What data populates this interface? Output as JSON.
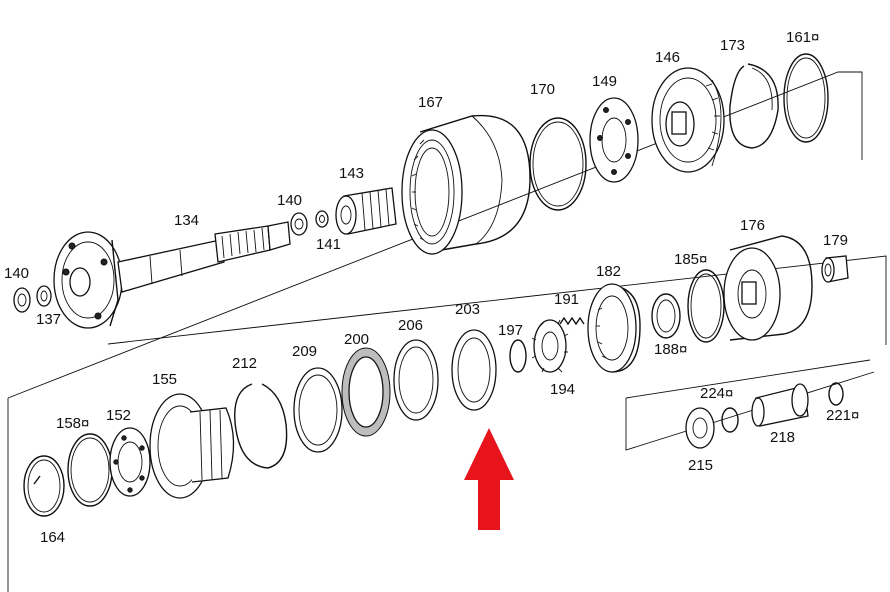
{
  "accent": "#e8141c",
  "parts": [
    {
      "id": "p140a",
      "label": "140"
    },
    {
      "id": "p137",
      "label": "137"
    },
    {
      "id": "p134",
      "label": "134"
    },
    {
      "id": "p140b",
      "label": "140"
    },
    {
      "id": "p141",
      "label": "141"
    },
    {
      "id": "p143",
      "label": "143"
    },
    {
      "id": "p167",
      "label": "167"
    },
    {
      "id": "p170",
      "label": "170"
    },
    {
      "id": "p149",
      "label": "149"
    },
    {
      "id": "p146",
      "label": "146"
    },
    {
      "id": "p173",
      "label": "173"
    },
    {
      "id": "p161",
      "label": "161¤"
    },
    {
      "id": "p182",
      "label": "182"
    },
    {
      "id": "p185",
      "label": "185¤"
    },
    {
      "id": "p176",
      "label": "176"
    },
    {
      "id": "p179",
      "label": "179"
    },
    {
      "id": "p188",
      "label": "188¤"
    },
    {
      "id": "p191",
      "label": "191"
    },
    {
      "id": "p197",
      "label": "197"
    },
    {
      "id": "p194",
      "label": "194"
    },
    {
      "id": "p203",
      "label": "203"
    },
    {
      "id": "p206",
      "label": "206"
    },
    {
      "id": "p200",
      "label": "200"
    },
    {
      "id": "p209",
      "label": "209"
    },
    {
      "id": "p212",
      "label": "212"
    },
    {
      "id": "p155",
      "label": "155"
    },
    {
      "id": "p158",
      "label": "158¤"
    },
    {
      "id": "p152",
      "label": "152"
    },
    {
      "id": "p164",
      "label": "164"
    },
    {
      "id": "p224",
      "label": "224¤"
    },
    {
      "id": "p221",
      "label": "221¤"
    },
    {
      "id": "p218",
      "label": "218"
    },
    {
      "id": "p215",
      "label": "215"
    }
  ]
}
